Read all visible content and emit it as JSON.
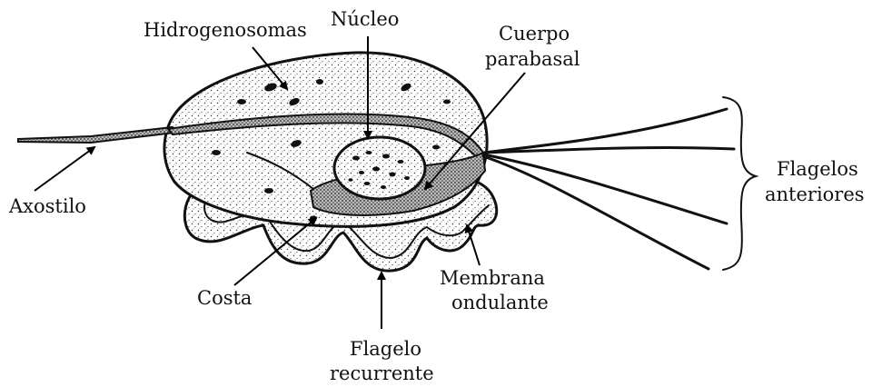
{
  "labels": {
    "hidrogenosomas": "Hidrogenosomas",
    "nucleo": "Núcleo",
    "cuerpo_line1": "Cuerpo",
    "cuerpo_line2": "parabasal",
    "flagelos_line1": "Flagelos",
    "flagelos_line2": "anteriores",
    "axostilo": "Axostilo",
    "costa": "Costa",
    "membrana_line1": "Membrana",
    "membrana_line2": "ondulante",
    "flagelo_line1": "Flagelo",
    "flagelo_line2": "recurrente"
  }
}
